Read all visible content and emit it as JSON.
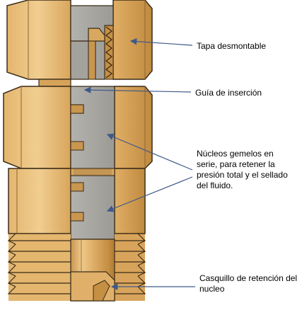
{
  "labels": {
    "tapa": "Tapa desmontable",
    "guia": "Guía de inserción",
    "nucleos": "Núcleos gemelos en serie, para retener la presión total y el sellado del fluido.",
    "casquillo": "Casquillo de retención del nucleo"
  },
  "colors": {
    "brass_light": "#e9bd79",
    "brass_mid": "#d7a75f",
    "brass_dark": "#b9843b",
    "core_gray": "#a8a6a1",
    "core_gray_dark": "#8f8d88",
    "arrow_blue": "#3f5a88",
    "outline": "#3a2c18"
  }
}
